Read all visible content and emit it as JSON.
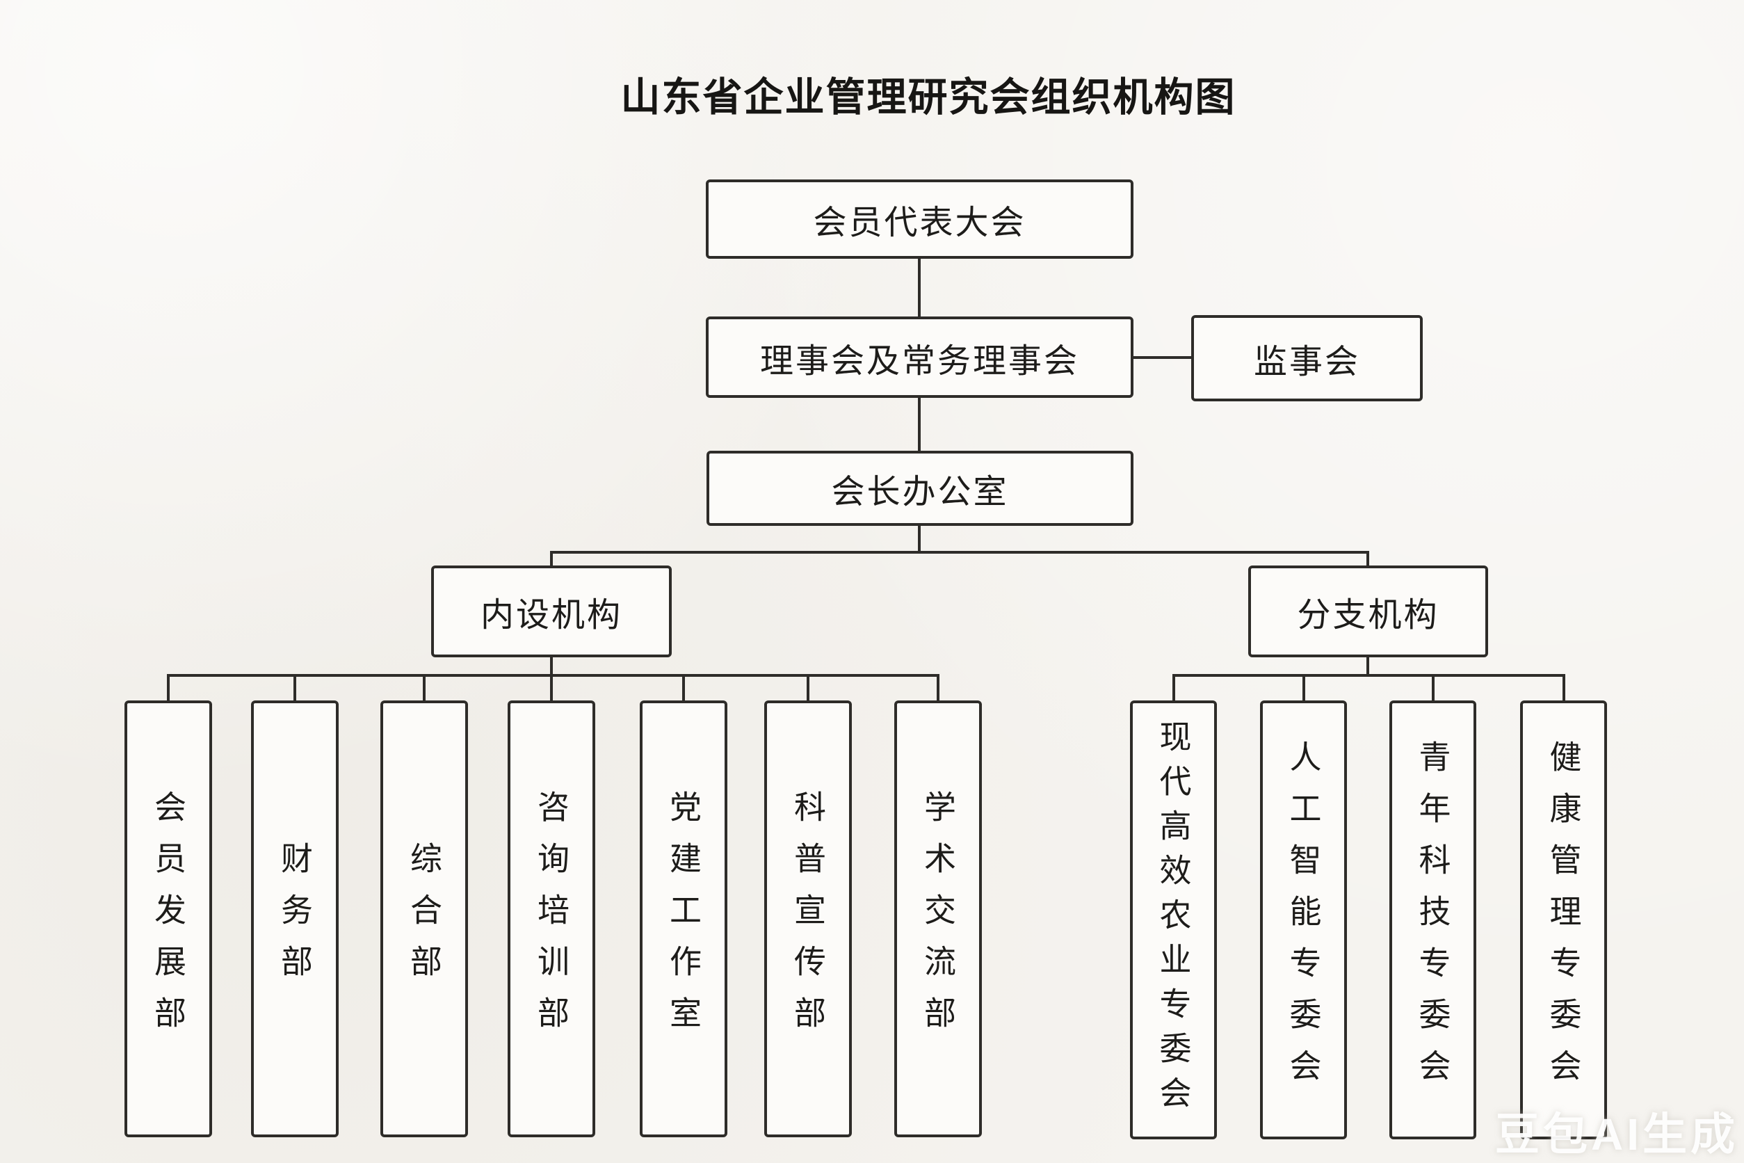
{
  "title": "山东省企业管理研究会组织机构图",
  "watermark": "豆包AI生成",
  "org": {
    "member_congress": {
      "label": "会员代表大会"
    },
    "council": {
      "label": "理事会及常务理事会"
    },
    "supervisory_board": {
      "label": "监事会"
    },
    "president_office": {
      "label": "会长办公室"
    },
    "internal": {
      "label": "内设机构",
      "children": [
        {
          "label": "会员发展部"
        },
        {
          "label": "财务部"
        },
        {
          "label": "综合部"
        },
        {
          "label": "咨询培训部"
        },
        {
          "label": "党建工作室"
        },
        {
          "label": "科普宣传部"
        },
        {
          "label": "学术交流部"
        }
      ]
    },
    "branch": {
      "label": "分支机构",
      "children": [
        {
          "label": "现代高效农业专委会"
        },
        {
          "label": "人工智能专委会"
        },
        {
          "label": "青年科技专委会"
        },
        {
          "label": "健康管理专委会"
        }
      ]
    }
  },
  "colors": {
    "background": "#f5f3ef",
    "box_fill": "#fcfbf9",
    "box_border": "#2e2c29",
    "line": "#2e2c29",
    "text": "#1d1c1a",
    "watermark_text": "#ffffff"
  }
}
